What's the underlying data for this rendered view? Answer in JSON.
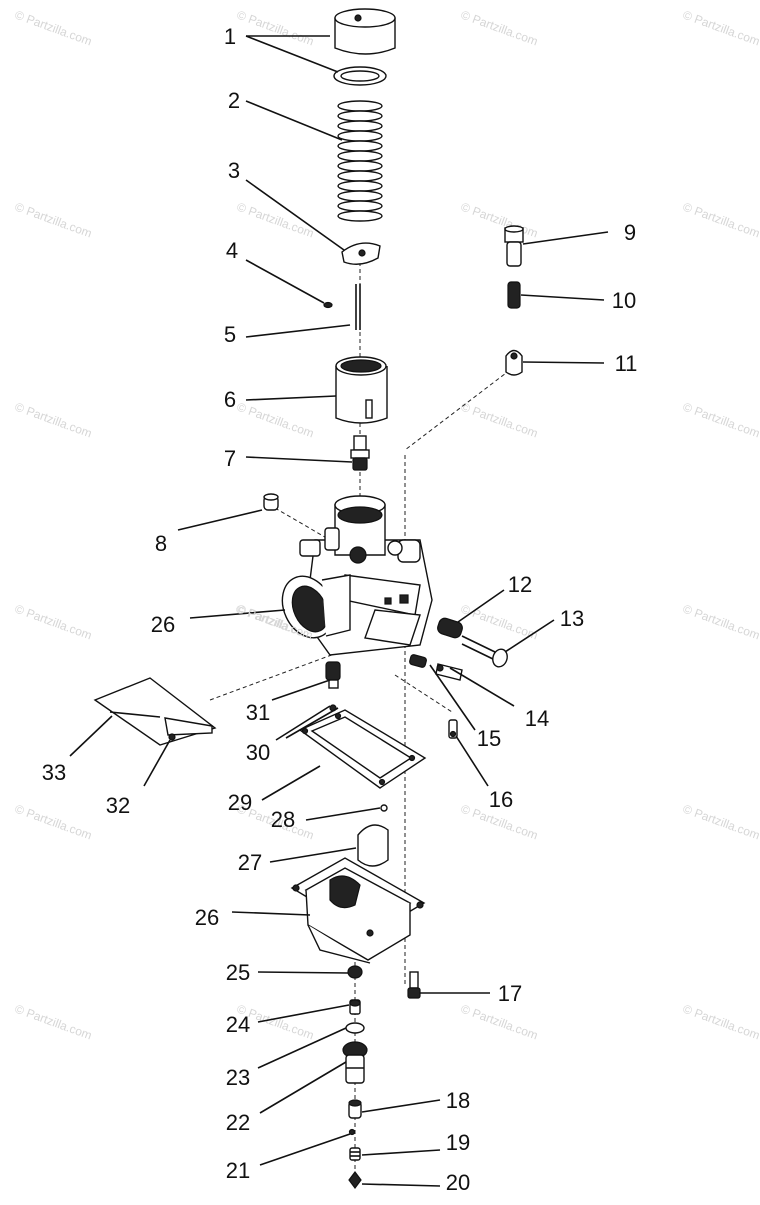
{
  "watermark": "© Partzilla.com",
  "callouts": [
    "1",
    "2",
    "3",
    "4",
    "5",
    "6",
    "7",
    "8",
    "9",
    "10",
    "11",
    "12",
    "13",
    "14",
    "15",
    "16",
    "17",
    "18",
    "19",
    "20",
    "21",
    "22",
    "23",
    "24",
    "25",
    "26",
    "26",
    "27",
    "28",
    "29",
    "30",
    "31",
    "32",
    "33"
  ]
}
